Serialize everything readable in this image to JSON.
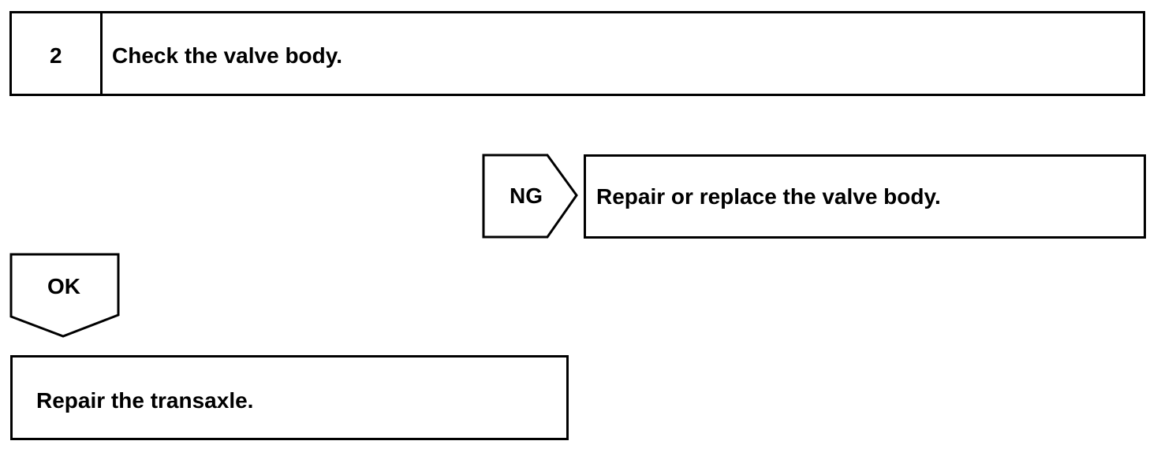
{
  "step": {
    "number": "2",
    "title": "Check the valve body."
  },
  "ng_branch": {
    "label": "NG",
    "action": "Repair or replace the valve body."
  },
  "ok_branch": {
    "label": "OK",
    "action": "Repair the transaxle."
  },
  "colors": {
    "line": "#000000",
    "background": "#ffffff"
  }
}
